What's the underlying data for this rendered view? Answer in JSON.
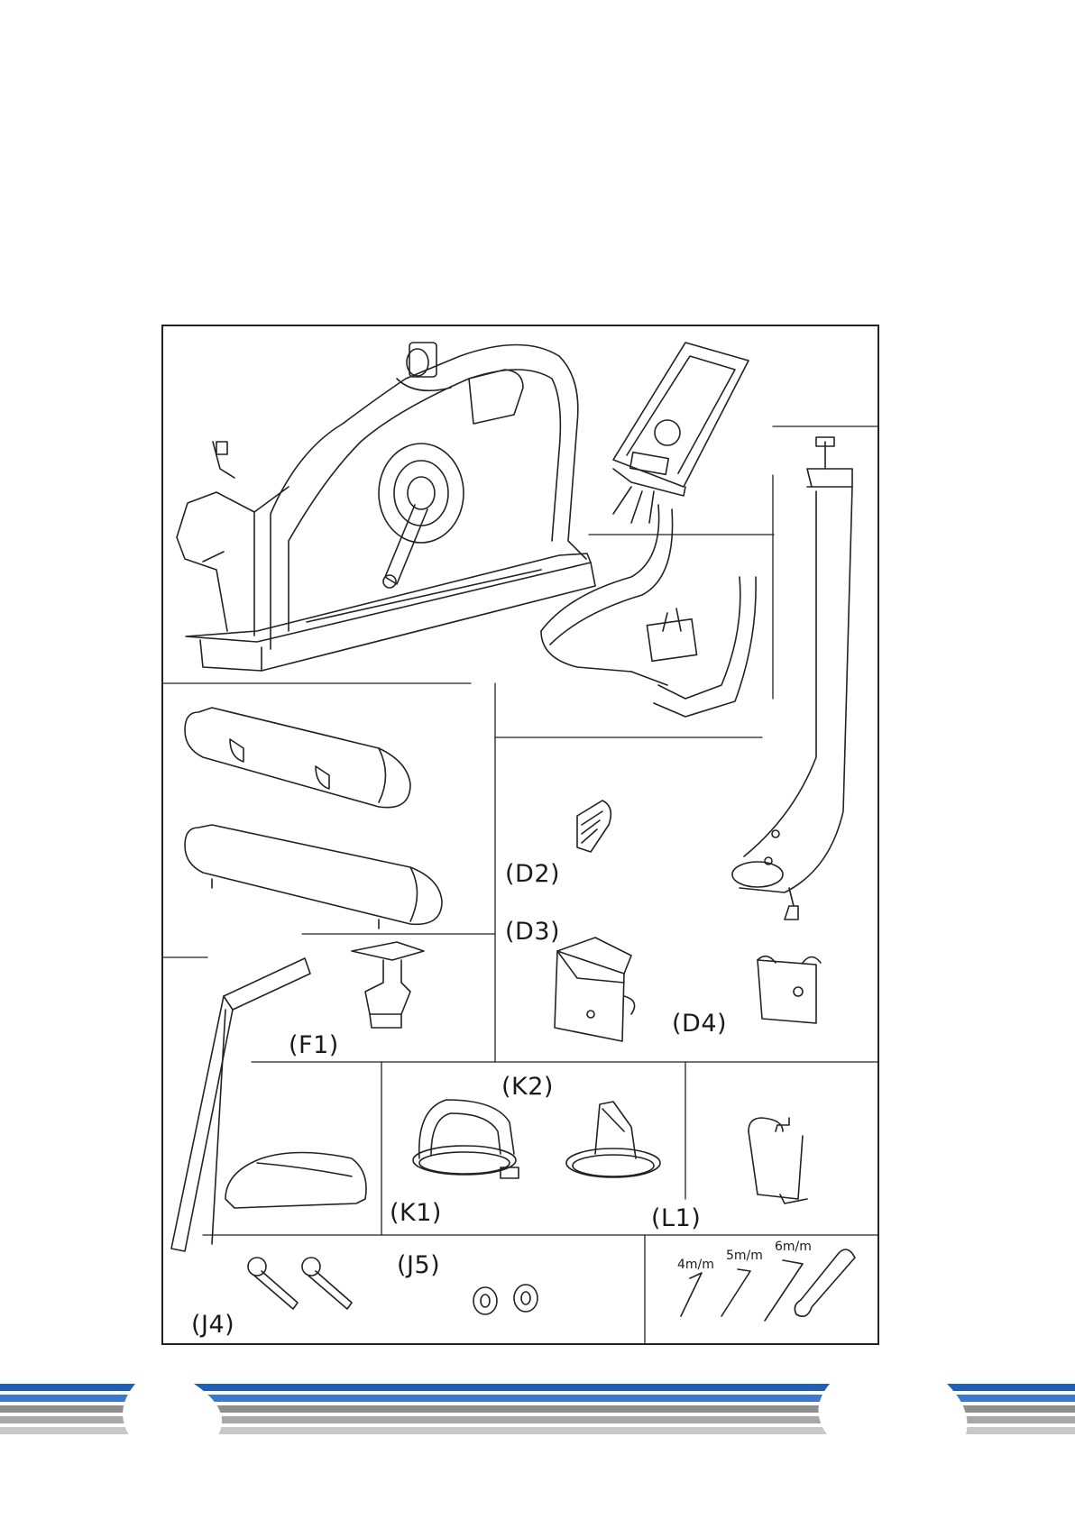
{
  "parts": {
    "d2": "(D2)",
    "d3": "(D3)",
    "d4": "(D4)",
    "f1": "(F1)",
    "k1": "(K1)",
    "k2": "(K2)",
    "l1": "(L1)",
    "j4": "(J4)",
    "j5": "(J5)"
  },
  "tools": {
    "t1": "4m/m",
    "t2": "5m/m",
    "t3": "6m/m"
  },
  "footer": {
    "stripe_colors": [
      "#1f5fb8",
      "#3b78d0",
      "#9a9a9a",
      "#c8c8c8"
    ]
  }
}
